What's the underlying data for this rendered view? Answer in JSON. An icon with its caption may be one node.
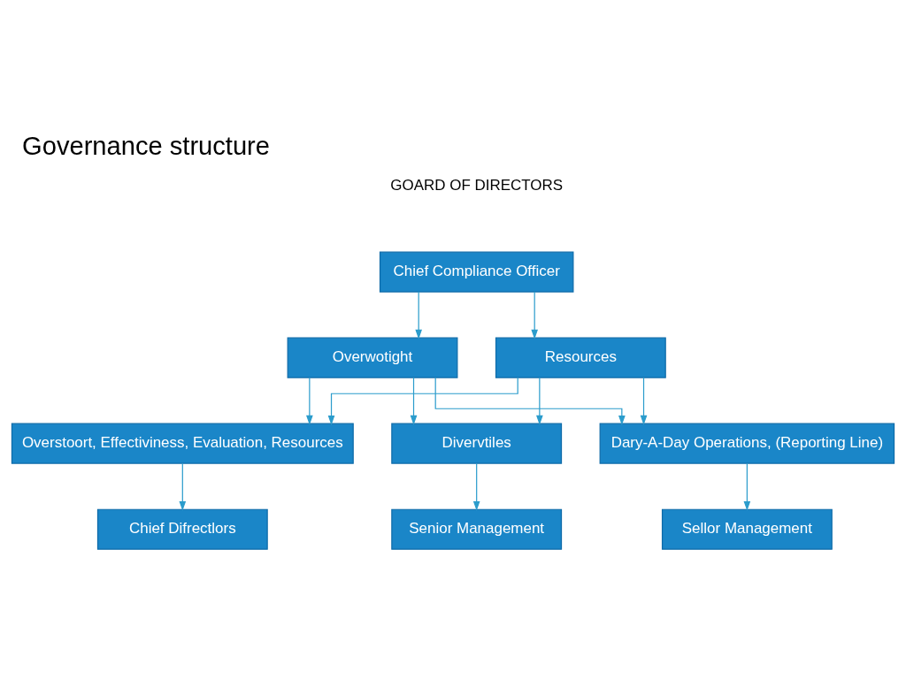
{
  "diagram": {
    "title": "Governance structure",
    "nodes": [
      {
        "text": [
          "Chief Compliance Officer"
        ]
      },
      {
        "text": [
          "Overwotight"
        ]
      },
      {
        "text": [
          "Resources"
        ]
      },
      {
        "text": [
          "Overstoort, Effectiviness, Evaluation, Resources"
        ]
      },
      {
        "text": [
          "Divervtiles"
        ]
      },
      {
        "text": [
          "Dary-A-Day Operations, (Reporting Line)"
        ]
      },
      {
        "text": [
          "Chief Difrectlors"
        ]
      },
      {
        "text": [
          "Senior Management"
        ]
      },
      {
        "text": [
          "Sellor Management"
        ]
      }
    ],
    "edges": [
      {
        "from": 0,
        "to": 1,
        "arrow": "to"
      },
      {
        "from": 0,
        "to": 2,
        "arrow": "to"
      },
      {
        "from": 1,
        "to": 3,
        "arrow": "to"
      },
      {
        "from": 1,
        "to": 4,
        "arrow": "to"
      },
      {
        "from": 1,
        "to": 5,
        "arrow": "to"
      },
      {
        "from": 2,
        "to": 3,
        "arrow": "to"
      },
      {
        "from": 2,
        "to": 4,
        "arrow": "to"
      },
      {
        "from": 2,
        "to": 5,
        "arrow": "to"
      },
      {
        "from": 3,
        "to": 6,
        "arrow": "to"
      },
      {
        "from": 4,
        "to": 7,
        "arrow": "to"
      },
      {
        "from": 5,
        "to": 8,
        "arrow": "to"
      }
    ],
    "labels": [
      "GOARD OF DIRECTORS"
    ]
  }
}
